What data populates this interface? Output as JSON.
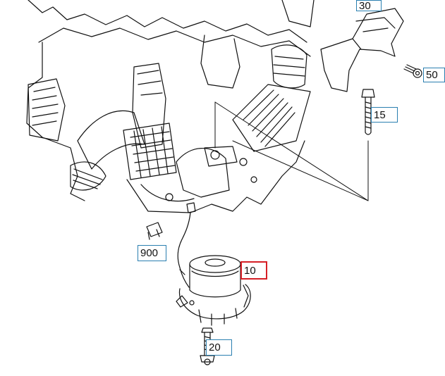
{
  "callouts": [
    {
      "id": "30",
      "label": "30",
      "selected": false
    },
    {
      "id": "50",
      "label": "50",
      "selected": false
    },
    {
      "id": "15",
      "label": "15",
      "selected": false
    },
    {
      "id": "900",
      "label": "900",
      "selected": false
    },
    {
      "id": "10",
      "label": "10",
      "selected": true
    },
    {
      "id": "20",
      "label": "20",
      "selected": false
    }
  ],
  "colors": {
    "callout_border": "#2a7fb0",
    "selected_border": "#d61f26",
    "line_art": "#111111",
    "background": "#ffffff"
  }
}
